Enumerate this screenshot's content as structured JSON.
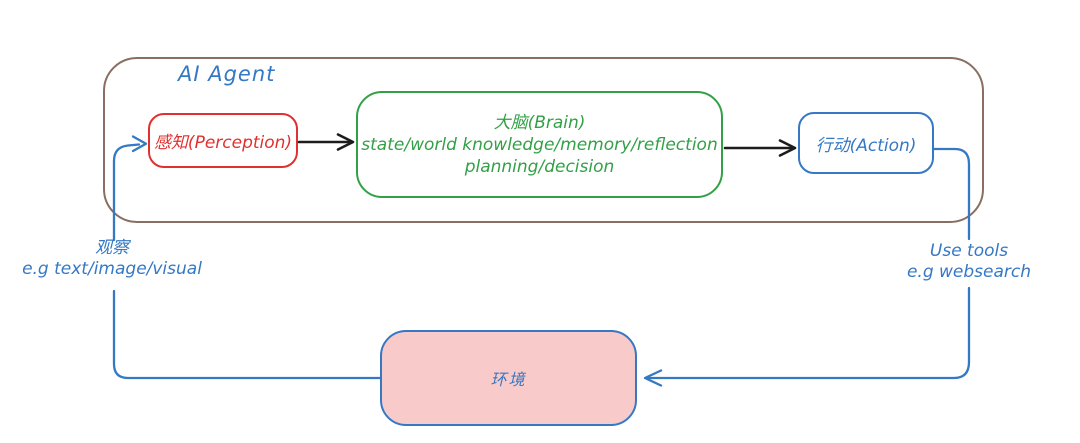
{
  "diagram": {
    "title": "AI Agent",
    "nodes": {
      "perception": {
        "label": "感知(Perception)"
      },
      "brain": {
        "line1": "大脑(Brain)",
        "line2": "state/world knowledge/memory/reflection",
        "line3": "planning/decision"
      },
      "action": {
        "label": "行动(Action)"
      },
      "environment": {
        "label": "环境"
      }
    },
    "annotations": {
      "observation": {
        "line1": "观察",
        "line2": "e.g text/image/visual"
      },
      "use_tools": {
        "line1": "Use tools",
        "line2": "e.g websearch"
      }
    },
    "flows": {
      "perception_to_brain": "perception → brain",
      "brain_to_action": "brain → action",
      "action_to_environment": "action → environment",
      "environment_to_perception": "environment → perception"
    },
    "colors": {
      "frame_border": "#8a6e60",
      "accent_blue": "#3578c4",
      "accent_red": "#e0312f",
      "accent_green": "#33a047",
      "environment_fill": "#f9caca",
      "arrow_black": "#1c1c1c",
      "background": "#ffffff"
    }
  }
}
